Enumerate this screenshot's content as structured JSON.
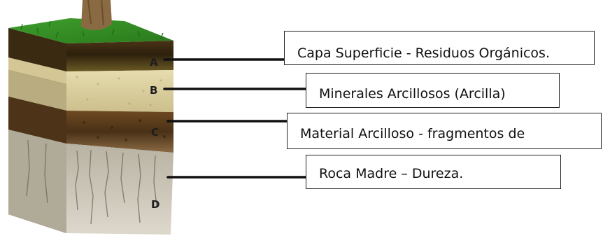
{
  "diagram": {
    "layers": [
      {
        "letter": "A",
        "label": "Capa Superficie - Residuos Orgánicos."
      },
      {
        "letter": "B",
        "label": "Minerales Arcillosos (Arcilla)"
      },
      {
        "letter": "C",
        "label": "Material Arcilloso - fragmentos de"
      },
      {
        "letter": "D",
        "label": "Roca Madre – Dureza."
      }
    ]
  },
  "colors": {
    "grass": "#2f8a24",
    "topsoil": "#3a2a10",
    "clay_layer": "#d9cfa3",
    "subsoil": "#5a3d1e",
    "bedrock": "#c9c4b6",
    "line": "#111111"
  }
}
